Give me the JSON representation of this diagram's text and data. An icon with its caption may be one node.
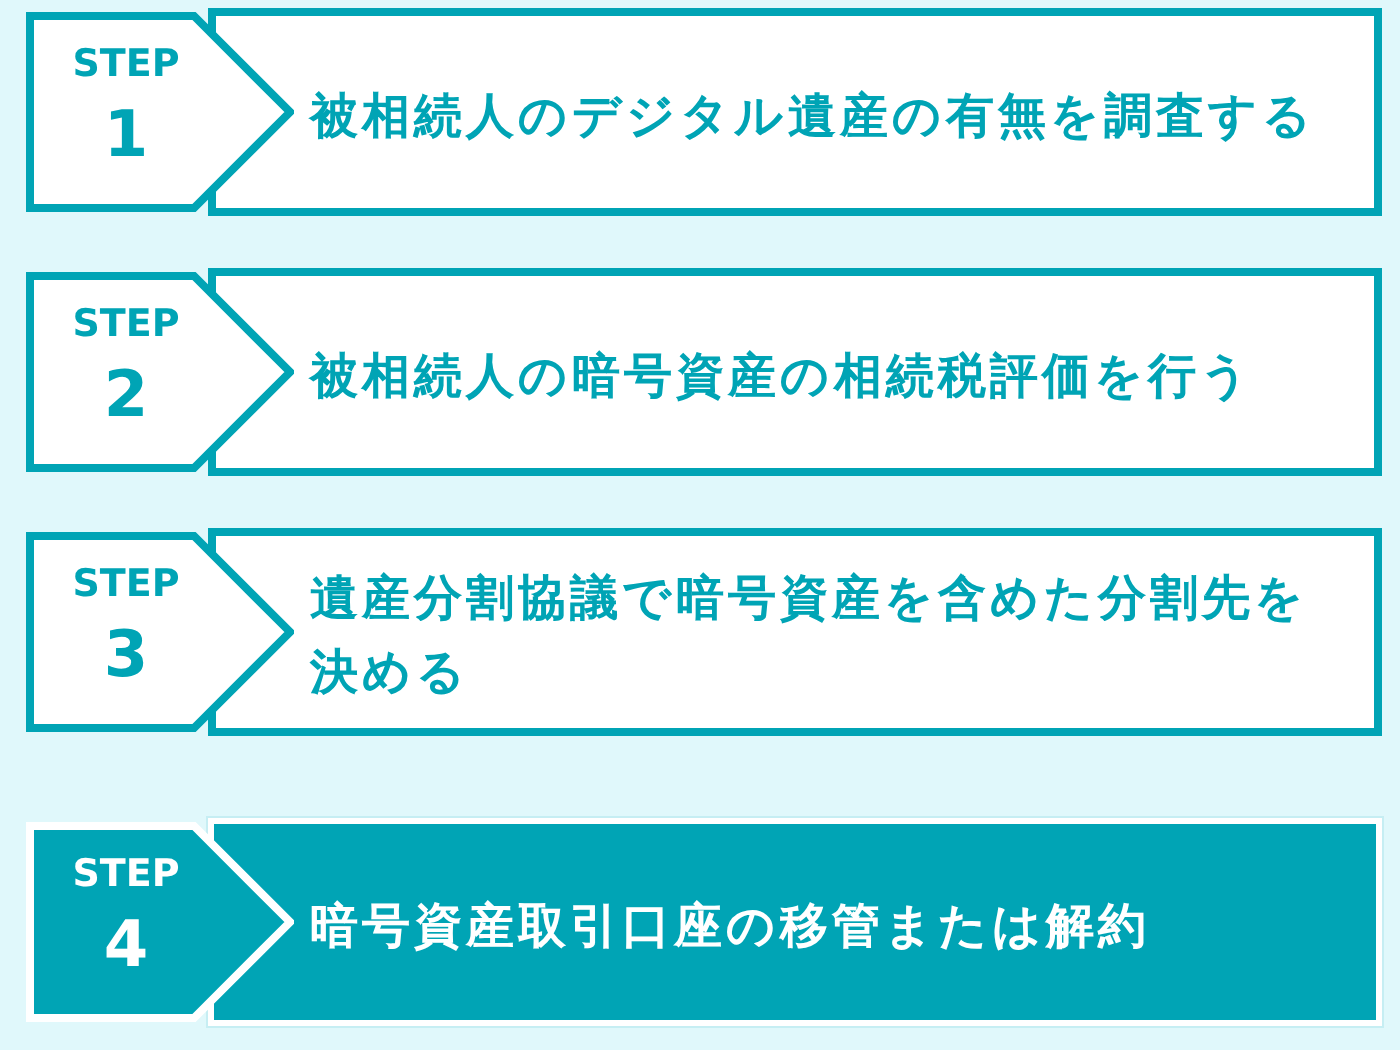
{
  "diagram": {
    "nodes": [
      {
        "text": [
          "STEP",
          "1"
        ]
      },
      {
        "text": [
          "被相続人のデジタル遺産の有無を調査する"
        ]
      },
      {
        "text": [
          "STEP",
          "2"
        ]
      },
      {
        "text": [
          "被相続人の暗号資産の相続税評価を行う"
        ]
      },
      {
        "text": [
          "STEP",
          "3"
        ]
      },
      {
        "text": [
          "遺産分割協議で暗号資産を含めた分割先を決める"
        ]
      },
      {
        "text": [
          "STEP",
          "4"
        ]
      },
      {
        "text": [
          "暗号資産取引口座の移管または解約"
        ]
      }
    ]
  }
}
